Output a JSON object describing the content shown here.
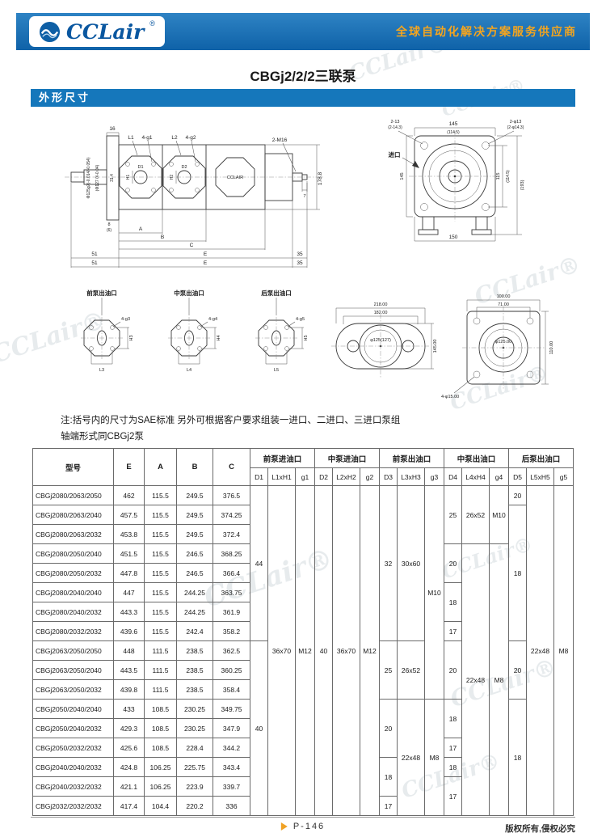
{
  "page": {
    "header": {
      "logo_text": "CCLair",
      "logo_reg": "®",
      "tagline": "全球自动化解决方案服务供应商"
    },
    "title": "CBGj2/2/2三联泵",
    "section_title": "外形尺寸",
    "watermark": "CCLair®",
    "notes": [
      "注:括号内的尺寸为SAE标准 另外可根据客户要求组装一进口、二进口、三进口泵组",
      "轴端形式同CBGj2泵"
    ],
    "footer": {
      "page_no": "P-146",
      "copyright": "版权所有,侵权必究"
    }
  },
  "drawing": {
    "main_view": {
      "dim16": "16",
      "l1": "L1",
      "g1": "4-g1",
      "l2": "L2",
      "g2": "4-g2",
      "brand": "CCLAIR",
      "m16": "2-M16",
      "shaft_d1": "Φ125g7(-0.014/-0.054)",
      "shaft_d2": "(Φ127 0/-0.04)",
      "dim314": "31.4",
      "d1": "D1",
      "h1": "H1",
      "d2": "D2",
      "h2": "H2",
      "dim1788": "178.8",
      "dim7": "7",
      "dim8": "8",
      "dim6": "(6)",
      "dimA": "A",
      "dimB": "B",
      "dimC": "C",
      "dimE": "E",
      "dim51": "51",
      "dim35": "35"
    },
    "end_view": {
      "dim145_top": "145",
      "dim1145_top": "(114.5)",
      "holes_a": "2-φ13",
      "holes_a2": "(2-φ14.3)",
      "holes_b": "2-13",
      "holes_b2": "(2-14.3)",
      "inlet": "进口",
      "dim145_left": "145",
      "dim115": "115",
      "dim1145_r": "(114.5)",
      "dim193": "(193)",
      "dim150": "150"
    },
    "ports": [
      {
        "title": "前泵出油口",
        "bolts": "4-g3",
        "l": "L3",
        "h": "H3"
      },
      {
        "title": "中泵出油口",
        "bolts": "4-g4",
        "l": "L4",
        "h": "H4"
      },
      {
        "title": "后泵出油口",
        "bolts": "4-g5",
        "l": "L5",
        "h": "H5"
      }
    ],
    "oval_flange": {
      "d218": "218.00",
      "d182": "182.00",
      "d125": "φ125(127)",
      "d145": "145.00"
    },
    "square_flange": {
      "d100": "100.00",
      "d71": "71.00",
      "d125": "φ125.00",
      "d110": "110.00",
      "d15": "4-φ15.00"
    }
  },
  "table": {
    "col_model": "型号",
    "col_e": "E",
    "col_a": "A",
    "col_b": "B",
    "col_c": "C",
    "groups": [
      "前泵进油口",
      "中泵进油口",
      "前泵出油口",
      "中泵出油口",
      "后泵出油口"
    ],
    "subcols": [
      "D1",
      "L1xH1",
      "g1",
      "D2",
      "L2xH2",
      "g2",
      "D3",
      "L3xH3",
      "g3",
      "D4",
      "L4xH4",
      "g4",
      "D5",
      "L5xH5",
      "g5"
    ],
    "body": [
      [
        "CBGj2080/2063/2050",
        "462",
        "115.5",
        "249.5",
        "376.5",
        [
          "44",
          8
        ],
        [
          "36x70",
          17
        ],
        [
          "M12",
          17
        ],
        [
          "40",
          17
        ],
        [
          "36x70",
          17
        ],
        [
          "M12",
          17
        ],
        [
          "32",
          8
        ],
        [
          "30x60",
          8
        ],
        [
          "M10",
          11
        ],
        [
          "25",
          3
        ],
        [
          "26x52",
          3
        ],
        [
          "M10",
          3
        ],
        [
          "20",
          1
        ],
        [
          "22x48",
          17
        ],
        [
          "M8",
          17
        ]
      ],
      [
        "CBGj2080/2063/2040",
        "457.5",
        "115.5",
        "249.5",
        "374.25",
        [
          "18",
          7
        ]
      ],
      [
        "CBGj2080/2063/2032",
        "453.8",
        "115.5",
        "249.5",
        "372.4"
      ],
      [
        "CBGj2080/2050/2040",
        "451.5",
        "115.5",
        "246.5",
        "368.25",
        [
          "20",
          2
        ],
        [
          "22x48",
          14
        ],
        [
          "M8",
          14
        ]
      ],
      [
        "CBGj2080/2050/2032",
        "447.8",
        "115.5",
        "246.5",
        "366.4"
      ],
      [
        "CBGj2080/2040/2040",
        "447",
        "115.5",
        "244.25",
        "363.75",
        [
          "18",
          2
        ]
      ],
      [
        "CBGj2080/2040/2032",
        "443.3",
        "115.5",
        "244.25",
        "361.9"
      ],
      [
        "CBGj2080/2032/2032",
        "439.6",
        "115.5",
        "242.4",
        "358.2",
        [
          "17",
          1
        ]
      ],
      [
        "CBGj2063/2050/2050",
        "448",
        "111.5",
        "238.5",
        "362.5",
        [
          "40",
          9
        ],
        [
          "25",
          3
        ],
        [
          "26x52",
          3
        ],
        [
          "20",
          3
        ],
        [
          "20",
          3
        ]
      ],
      [
        "CBGj2063/2050/2040",
        "443.5",
        "111.5",
        "238.5",
        "360.25"
      ],
      [
        "CBGj2063/2050/2032",
        "439.8",
        "111.5",
        "238.5",
        "358.4"
      ],
      [
        "CBGj2050/2040/2040",
        "433",
        "108.5",
        "230.25",
        "349.75",
        [
          "20",
          3
        ],
        [
          "22x48",
          6
        ],
        [
          "M8",
          6
        ],
        [
          "18",
          2
        ],
        [
          "18",
          6
        ]
      ],
      [
        "CBGj2050/2040/2032",
        "429.3",
        "108.5",
        "230.25",
        "347.9"
      ],
      [
        "CBGj2050/2032/2032",
        "425.6",
        "108.5",
        "228.4",
        "344.2",
        [
          "17",
          1
        ]
      ],
      [
        "CBGj2040/2040/2032",
        "424.8",
        "106.25",
        "225.75",
        "343.4",
        [
          "18",
          2
        ],
        [
          "18",
          1
        ]
      ],
      [
        "CBGj2040/2032/2032",
        "421.1",
        "106.25",
        "223.9",
        "339.7",
        [
          "17",
          2
        ]
      ],
      [
        "CBGj2032/2032/2032",
        "417.4",
        "104.4",
        "220.2",
        "336",
        [
          "17",
          1
        ]
      ]
    ]
  }
}
